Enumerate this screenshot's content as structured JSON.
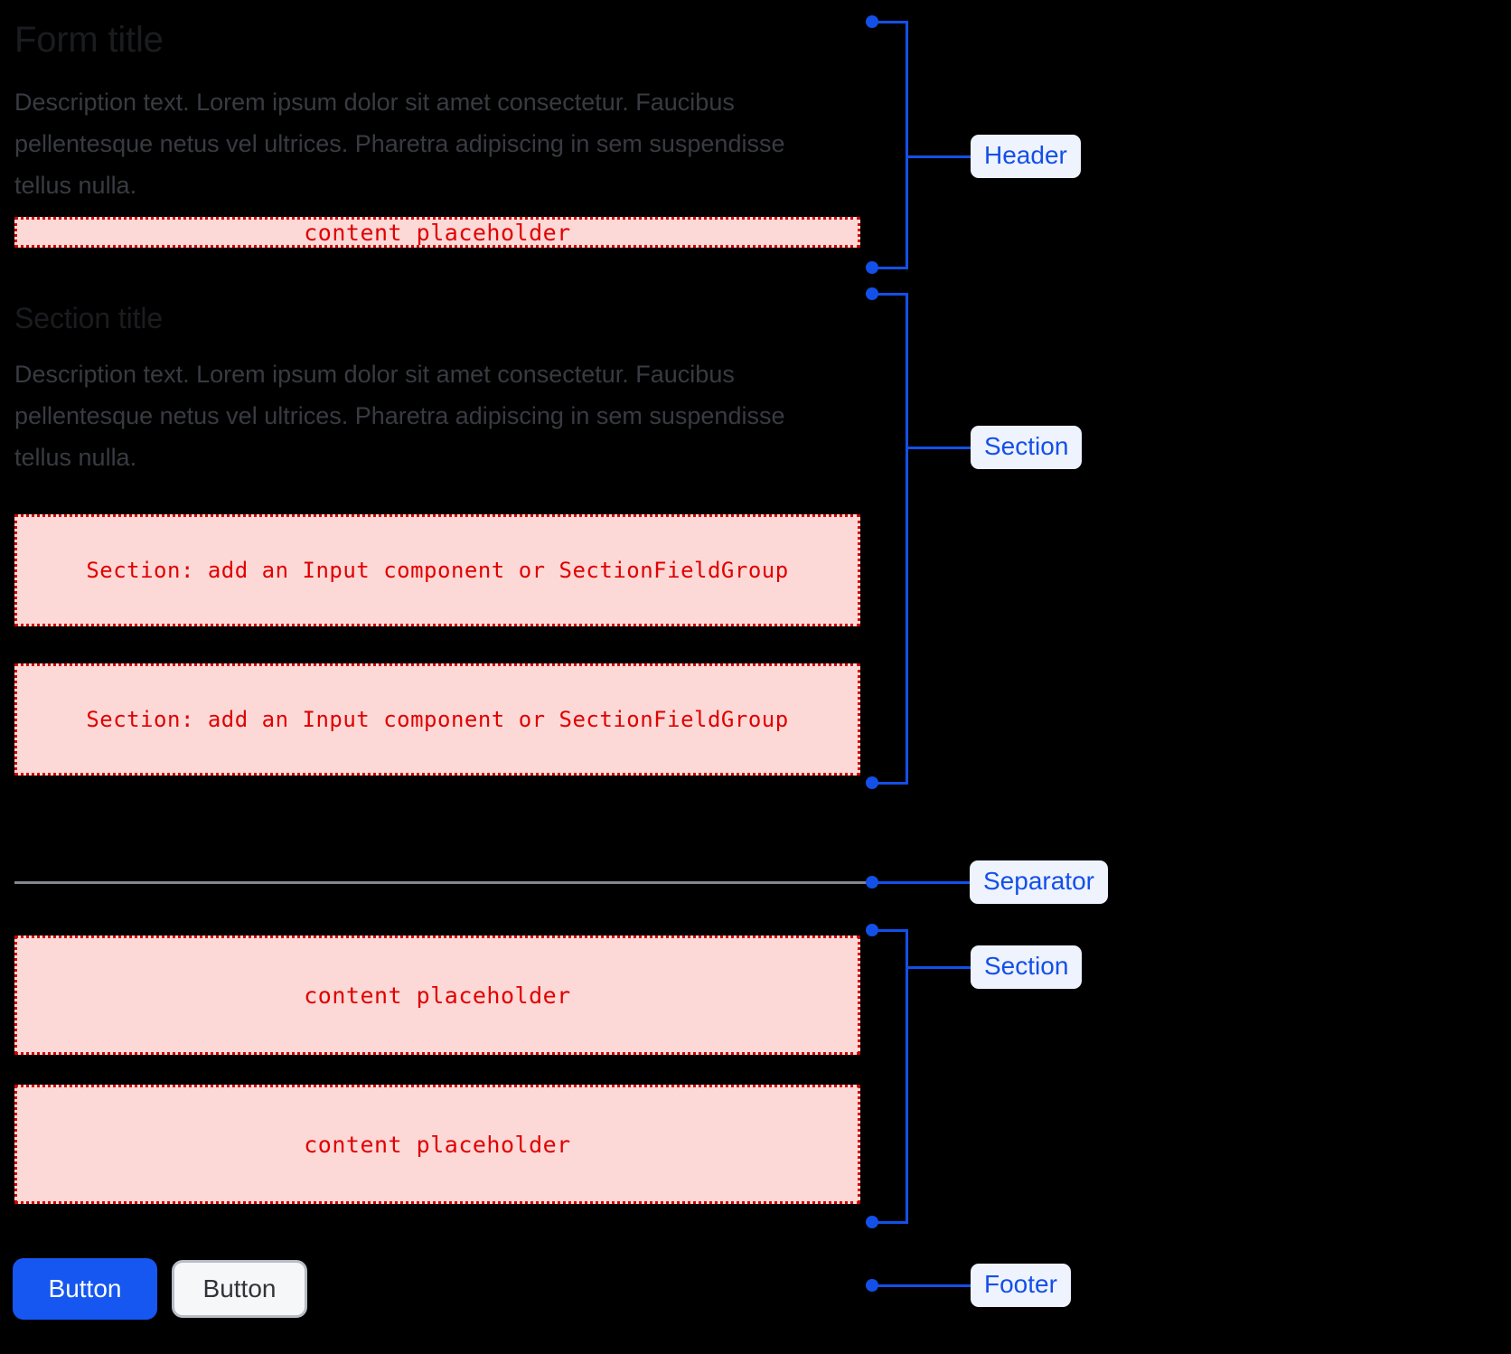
{
  "theme": {
    "background": "#000000",
    "title_color": "#1b1c1f",
    "description_color": "#393b42",
    "placeholder_bg": "#fcd9d7",
    "placeholder_border": "#d40000",
    "placeholder_text": "#e00000",
    "annotation_blue": "#1350e8",
    "annotation_label_bg": "#eff3fe",
    "separator_color": "#85878f",
    "primary_button_bg": "#1557f0",
    "secondary_button_bg": "#f6f7f8"
  },
  "form": {
    "header": {
      "title": "Form title",
      "description": "Description text. Lorem ipsum dolor sit amet consectetur. Faucibus pellentesque netus vel ultrices. Pharetra adipiscing in sem suspendisse tellus nulla.",
      "placeholder": "content placeholder"
    },
    "section_one": {
      "title": "Section title",
      "description": "Description text. Lorem ipsum dolor sit amet consectetur. Faucibus pellentesque netus vel ultrices. Pharetra adipiscing in sem suspendisse tellus nulla.",
      "placeholders": [
        "Section: add an Input component or SectionFieldGroup",
        "Section: add an Input component or SectionFieldGroup"
      ]
    },
    "section_two": {
      "placeholders": [
        "content placeholder",
        "content placeholder"
      ]
    },
    "footer": {
      "primary_button": "Button",
      "secondary_button": "Button"
    }
  },
  "annotations": [
    {
      "label": "Header"
    },
    {
      "label": "Section"
    },
    {
      "label": "Separator"
    },
    {
      "label": "Section"
    },
    {
      "label": "Footer"
    }
  ]
}
